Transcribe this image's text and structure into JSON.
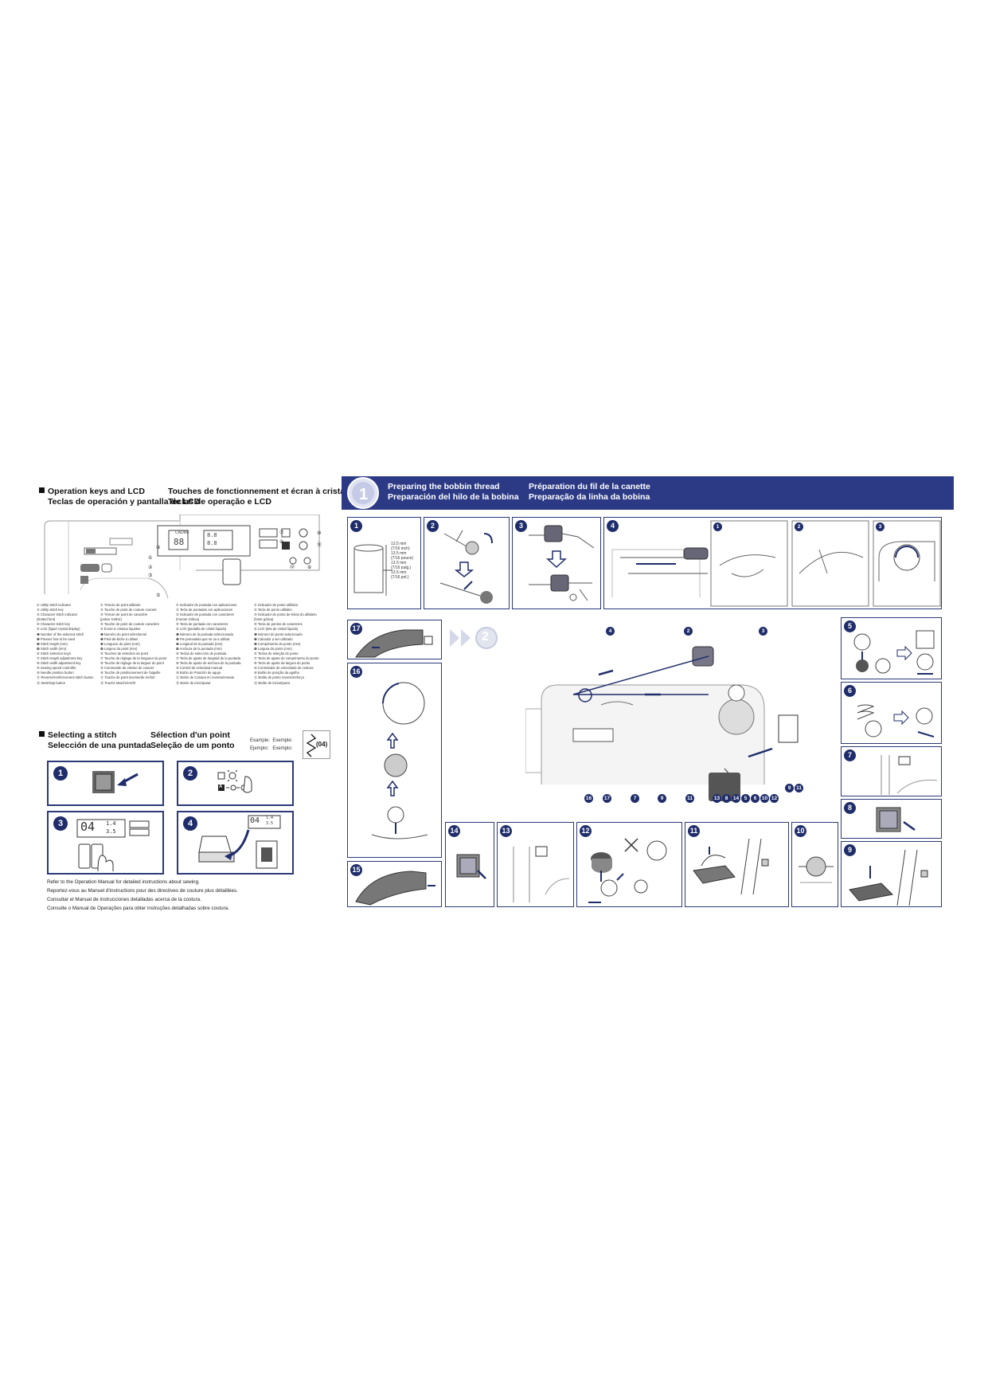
{
  "left": {
    "operation": {
      "title_en": "Operation keys and LCD",
      "title_es": "Teclas de operación y pantalla de LCD",
      "title_fr": "Touches de fonctionnement et écran à cristaux liquides",
      "title_pt": "Teclas de operação e LCD"
    },
    "legend_columns": [
      [
        "① Utility stitch indicator",
        "② Utility stitch key",
        "③ Character stitch indicator",
        "(Dotted font)",
        "④ Character stitch key",
        "⑤ LCD (liquid crystal display)",
        "❶ Number of the selected stitch",
        "❷ Presser foot to be used",
        "❸ Stitch length (mm)",
        "❹ Stitch width (mm)",
        "⑥ Stitch selection keys",
        "⑦ Stitch length adjustment key",
        "⑧ Stitch width adjustment key",
        "⑨ Sewing speed controller",
        "⑩ Needle position button",
        "⑪ Reverse/reinforcement stitch button",
        "⑫ Start/stop button"
      ],
      [
        "① Témoin de point utilitaire",
        "② Touche de point de couture courant",
        "③ Témoin de point de caractère",
        "(police Gothic)",
        "④ Touche de point de couture caractère",
        "⑤ Écran à cristaux liquides",
        "❶ Numéro du point sélectionné",
        "❷ Pied-de-biche à utiliser",
        "❸ Longueur du point (mm)",
        "❹ Largeur du point (mm)",
        "⑥ Touches de sélection de point",
        "⑦ Touche de réglage de la longueur du point",
        "⑧ Touche de réglage de la largeur du point",
        "⑨ Commande de vitesse de couture",
        "⑩ Touche de positionnement de l'aiguille",
        "⑪ Touche de point inverse/de renfort",
        "⑫ Touche Marche/Arrêt"
      ],
      [
        "① Indicador de puntada con aplicaciones",
        "② Tecla de puntadas con aplicaciones",
        "③ Indicador de puntada con caracteres",
        "(Fuente Gótica)",
        "④ Tecla de puntada con caracteres",
        "⑤ LCD (pantalla de cristal líquido)",
        "❶ Número de la puntada seleccionada",
        "❷ Pie prensatela que se va a utilizar",
        "❸ Longitud de la puntada (mm)",
        "❹ Anchura de la puntada (mm)",
        "⑥ Teclas de selección de puntada",
        "⑦ Tecla de ajuste de longitud de la puntada",
        "⑧ Tecla de ajuste de anchura de la puntada",
        "⑨ Control de velocidad manual",
        "⑩ Botón de Posición de aguja",
        "⑪ Botón de Costura en reversa/remate",
        "⑫ Botón de inicio/parar"
      ],
      [
        "① Indicador de ponto utilitário",
        "② Tecla de ponto utilitário",
        "③ Indicador de ponto de letras do alfabeto",
        "(fonte gótica)",
        "④ Tecla de pontos de caracteres",
        "⑤ LCD (tela de cristal líquido)",
        "❶ Número do ponto selecionado",
        "❷ Calcador a ser utilizado",
        "❸ Comprimento do ponto (mm)",
        "❹ Largura do ponto (mm)",
        "⑥ Teclas de seleção de ponto",
        "⑦ Tecla de ajuste do comprimento do ponto",
        "⑧ Tecla de ajuste da largura do ponto",
        "⑨ Controlador de velocidade de costura",
        "⑩ Botão de posição da agulha",
        "⑪ Botão de ponto reverso/reforço",
        "⑫ Botão de iniciar/parar"
      ]
    ],
    "lcd": {
      "mode": "CADMF",
      "num": "88",
      "len": "8.8",
      "wid": "8.8"
    },
    "selecting": {
      "title_en": "Selecting a stitch",
      "title_es": "Selección de una puntada",
      "title_fr": "Sélection d'un point",
      "title_pt": "Seleção de um ponto",
      "example_1": "Example:",
      "example_2": "Exemple:",
      "example_3": "Ejemplo:",
      "example_4": "Exemplo:",
      "stitch_no": "(04)"
    },
    "steps": [
      {
        "n": "1"
      },
      {
        "n": "2",
        "mode": "A"
      },
      {
        "n": "3",
        "num": "04",
        "len": "1.4",
        "wid": "3.5"
      },
      {
        "n": "4",
        "num": "04",
        "len": "1.4",
        "wid": "3.5"
      }
    ],
    "notes": [
      "Refer to the Operation Manual for detailed instructions about sewing.",
      "Reportez-vous au Manuel d'instructions pour des directives de couture plus détaillées.",
      "Consultar el Manual de instrucciones detalladas acerca de la costura.",
      "Consulte o Manual de Operações para obter instruções detalhadas sobre costura."
    ]
  },
  "right": {
    "banner": {
      "en": "Preparing the bobbin thread",
      "es": "Preparación del hilo de la bobina",
      "fr": "Préparation du fil de la canette",
      "pt": "Preparação da linha da bobina"
    },
    "colors": {
      "banner": "#2c3a86",
      "accent": "#1f2d6b",
      "arrow": "#3a4fa6"
    },
    "measure": [
      "13.5 mm",
      "(7/16 inch)",
      "13.5 mm",
      "(7/16 pouce)",
      "13.5 mm",
      "(7/16 pulg.)",
      "13.5 mm",
      "(7/16 pol.)"
    ],
    "step_numbers": [
      "1",
      "2",
      "3",
      "4",
      "17",
      "16",
      "15",
      "14",
      "13",
      "12",
      "11",
      "10",
      "9",
      "8",
      "7",
      "6",
      "5"
    ],
    "sub_numbers": [
      "1",
      "2",
      "3"
    ],
    "diagram_badges": [
      "4",
      "2",
      "3",
      "16",
      "17",
      "7",
      "9",
      "11",
      "13",
      "8",
      "14",
      "5",
      "6",
      "10",
      "12",
      "9",
      "11"
    ],
    "next_sheet": "2"
  }
}
